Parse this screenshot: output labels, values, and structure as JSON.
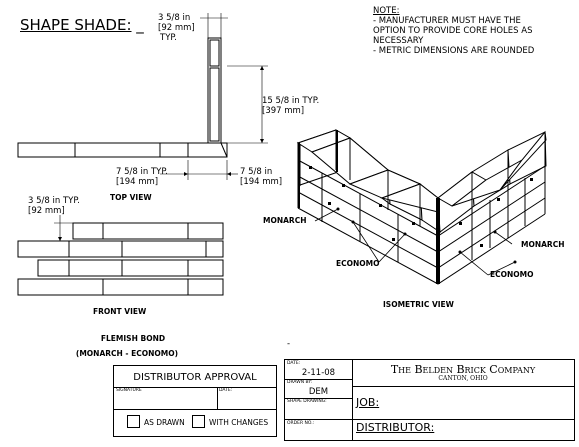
{
  "header": {
    "title": "SHAPE SHADE:",
    "title_suffix": "_",
    "notes": [
      "NOTE:",
      "- MANUFACTURER MUST HAVE THE",
      "OPTION TO PROVIDE CORE HOLES AS",
      "NECESSARY",
      "- METRIC DIMENSIONS ARE ROUNDED"
    ]
  },
  "top_view": {
    "label": "TOP VIEW",
    "dim_width": [
      "3 5/8 in",
      "[92 mm]",
      "TYP."
    ],
    "dim_height": [
      "15 5/8 in  TYP.",
      "[397 mm]"
    ],
    "dim_left": [
      "7 5/8 in   TYP.",
      "[194 mm]"
    ],
    "dim_right": [
      "7 5/8 in",
      "[194 mm]"
    ]
  },
  "front_view": {
    "label": "FRONT VIEW",
    "dim": [
      "3 5/8 in TYP.",
      "[92 mm]"
    ]
  },
  "isometric_view": {
    "label": "ISOMETRIC VIEW",
    "callouts": [
      "MONARCH",
      "MONARCH",
      "ECONOMO",
      "ECONOMO"
    ]
  },
  "bond": [
    "FLEMISH BOND",
    "(MONARCH - ECONOMO)"
  ],
  "approval": {
    "title": "DISTRIBUTOR APPROVAL",
    "signature_label": "SIGNATURE",
    "date_label": "DATE:",
    "option_as_drawn": "AS DRAWN",
    "option_with_changes": "WITH CHANGES"
  },
  "title_block": {
    "date_label": "DATE:",
    "date": "2-11-08",
    "drawn_by_label": "DRAWN BY:",
    "drawn_by": "DEM",
    "shape_drawing_label": "SHAPE DRAWING:",
    "order_no_label": "ORDER NO.:",
    "company": "The Belden Brick Company",
    "location": "CANTON, OHIO",
    "job_label": "JOB:",
    "distributor_label": "DISTRIBUTOR:",
    "dash": "-"
  }
}
